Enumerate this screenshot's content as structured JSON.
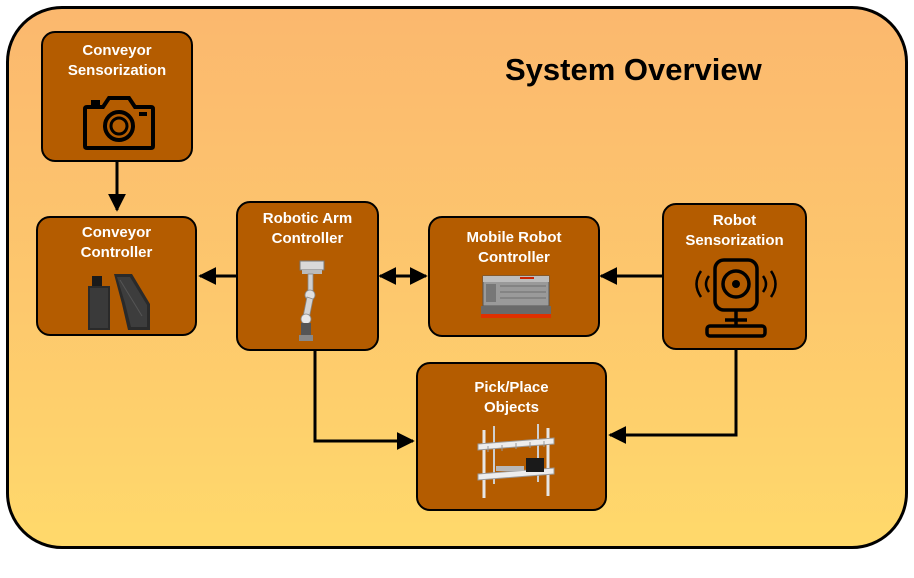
{
  "diagram": {
    "title": "System Overview",
    "nodes": {
      "conveyor_sensorization": {
        "label": "Conveyor\nSensorization",
        "icon": "camera-icon"
      },
      "conveyor_controller": {
        "label": "Conveyor\nController",
        "icon": "conveyor-belt-icon"
      },
      "robotic_arm_controller": {
        "label": "Robotic Arm\nController",
        "icon": "robotic-arm-icon"
      },
      "mobile_robot_controller": {
        "label": "Mobile Robot\nController",
        "icon": "mobile-robot-icon"
      },
      "robot_sensorization": {
        "label": "Robot\nSensorization",
        "icon": "webcam-icon"
      },
      "pick_place_objects": {
        "label": "Pick/Place\nObjects",
        "icon": "shelf-rack-icon"
      }
    },
    "edges": [
      {
        "from": "Conveyor Sensorization",
        "to": "Conveyor Controller"
      },
      {
        "from": "Robotic Arm Controller",
        "to": "Conveyor Controller"
      },
      {
        "from": "Robotic Arm Controller",
        "to": "Mobile Robot Controller",
        "bidirectional": true
      },
      {
        "from": "Robot Sensorization",
        "to": "Mobile Robot Controller"
      },
      {
        "from": "Robotic Arm Controller",
        "to": "Pick/Place Objects"
      },
      {
        "from": "Robot Sensorization",
        "to": "Pick/Place Objects"
      }
    ],
    "colors": {
      "box_fill": "#b45c00",
      "background_top": "#fbb86e",
      "background_bottom": "#ffd96b",
      "line": "#000000"
    }
  }
}
